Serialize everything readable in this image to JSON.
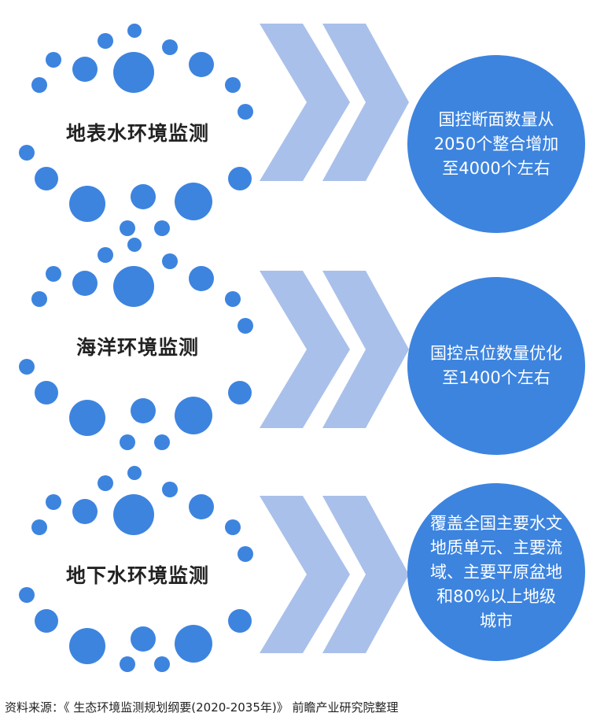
{
  "rows": [
    {
      "label": "地表水环境监测",
      "target": "国控断面数量从2050个整合增加至4000个左右"
    },
    {
      "label": "海洋环境监测",
      "target": "国控点位数量优化至1400个左右"
    },
    {
      "label": "地下水环境监测",
      "target": "覆盖全国主要水文地质单元、主要流域、主要平原盆地和80%以上地级城市"
    }
  ],
  "colors": {
    "accent": "#3d84df",
    "chevron": "#a9c0ea"
  },
  "source": "资料来源：《 生态环境监测规划纲要(2020-2035年)》 前瞻产业研究院整理"
}
